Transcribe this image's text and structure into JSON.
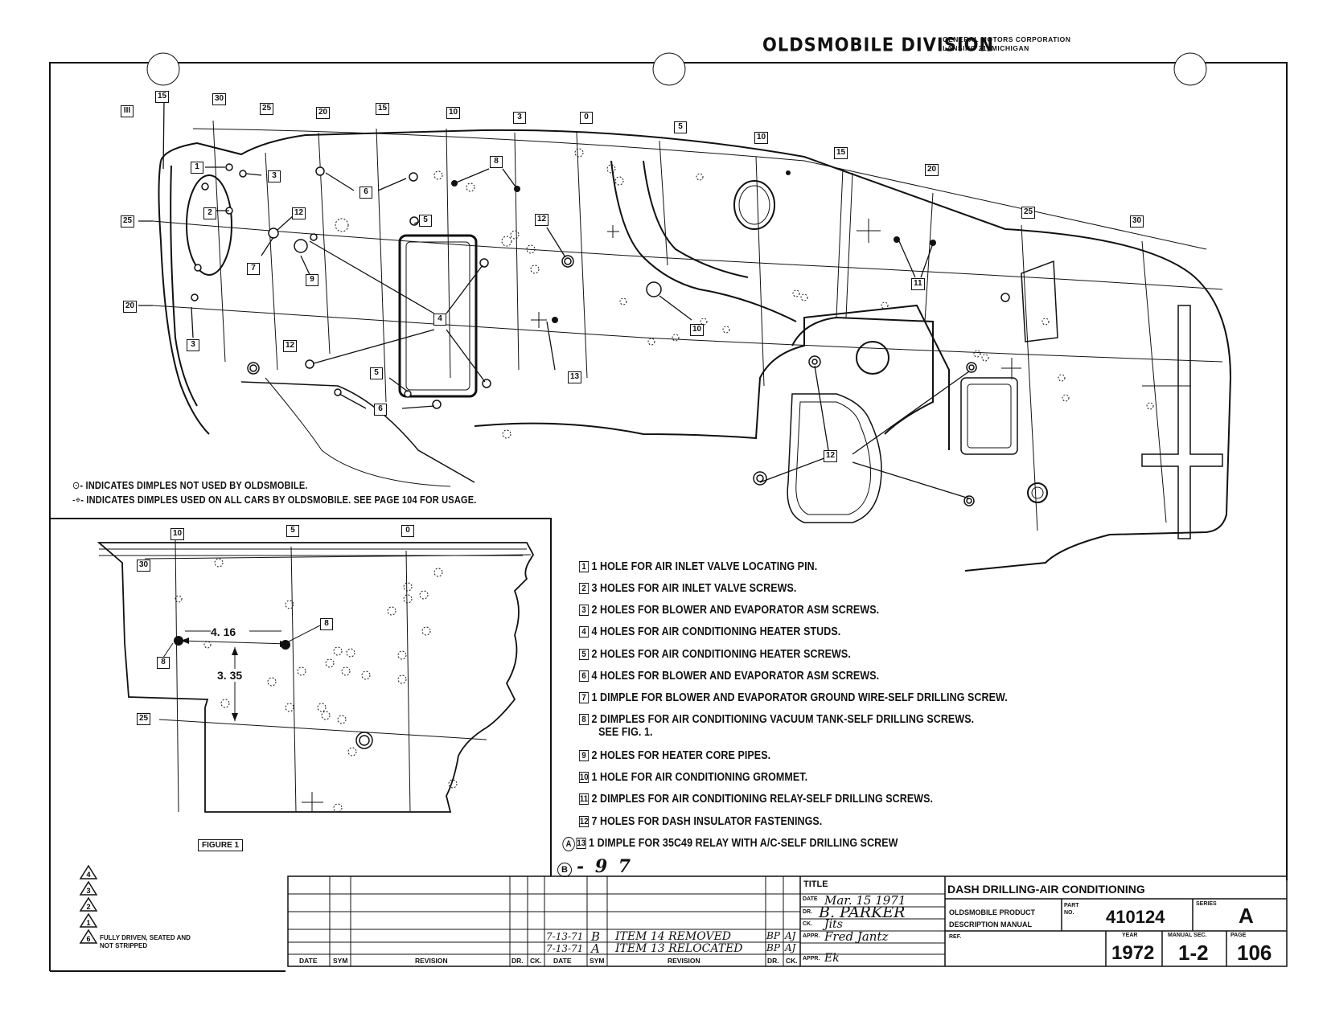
{
  "header": {
    "division": "OLDSMOBILE DIVISION",
    "corp": "GENERAL MOTORS CORPORATION",
    "location": "LANSING 21, MICHIGAN"
  },
  "main_callouts": [
    "III",
    "15",
    "30",
    "25",
    "20",
    "15",
    "10",
    "3",
    "0",
    "5",
    "10",
    "15",
    "20",
    "25",
    "30",
    "1",
    "3",
    "2",
    "6",
    "8",
    "12",
    "5",
    "12",
    "7",
    "9",
    "4",
    "12",
    "5",
    "6",
    "10",
    "13",
    "11",
    "12",
    "25",
    "20",
    "3"
  ],
  "legend": {
    "not_used": "- INDICATES DIMPLES NOT USED BY OLDSMOBILE.",
    "used": "- INDICATES DIMPLES USED ON ALL CARS BY OLDSMOBILE.  SEE PAGE 104 FOR USAGE."
  },
  "figure1": {
    "label": "FIGURE 1",
    "callouts": [
      "10",
      "5",
      "0",
      "30",
      "25",
      "8",
      "8"
    ],
    "dim_h": "4. 16",
    "dim_v": "3. 35"
  },
  "items": [
    {
      "n": "1",
      "text": "1 HOLE FOR AIR INLET VALVE LOCATING PIN."
    },
    {
      "n": "2",
      "text": "3 HOLES FOR AIR INLET VALVE SCREWS."
    },
    {
      "n": "3",
      "text": "2 HOLES FOR BLOWER AND EVAPORATOR ASM SCREWS."
    },
    {
      "n": "4",
      "text": "4 HOLES FOR AIR CONDITIONING HEATER STUDS."
    },
    {
      "n": "5",
      "text": "2 HOLES FOR AIR CONDITIONING HEATER SCREWS."
    },
    {
      "n": "6",
      "text": "4 HOLES FOR BLOWER AND EVAPORATOR ASM SCREWS."
    },
    {
      "n": "7",
      "text": "1 DIMPLE FOR BLOWER AND EVAPORATOR GROUND WIRE-SELF DRILLING SCREW."
    },
    {
      "n": "8",
      "text": "2 DIMPLES FOR AIR CONDITIONING VACUUM TANK-SELF DRILLING SCREWS.",
      "sub": "SEE FIG. 1."
    },
    {
      "n": "9",
      "text": "2 HOLES FOR HEATER CORE PIPES."
    },
    {
      "n": "10",
      "text": "1 HOLE FOR AIR CONDITIONING GROMMET."
    },
    {
      "n": "11",
      "text": "2 DIMPLES FOR AIR CONDITIONING RELAY-SELF DRILLING SCREWS."
    },
    {
      "n": "12",
      "text": "7 HOLES FOR DASH INSULATOR FASTENINGS."
    },
    {
      "n": "13",
      "text": "1 DIMPLE FOR 35C49 RELAY WITH A/C-SELF DRILLING SCREW",
      "mark": "A"
    }
  ],
  "item_b": {
    "mark": "B",
    "text": "-     9 7"
  },
  "notes": {
    "fully_driven": "FULLY DRIVEN, SEATED AND NOT STRIPPED",
    "triangles": [
      "4",
      "3",
      "2",
      "1",
      "6"
    ]
  },
  "revisions": [
    {
      "date": "7-13-71",
      "sym": "B",
      "revision": "ITEM 14 REMOVED",
      "dr": "BP",
      "ck": "AJ"
    },
    {
      "date": "7-13-71",
      "sym": "A",
      "revision": "ITEM 13 RELOCATED",
      "dr": "BP",
      "ck": "AJ"
    }
  ],
  "rev_headers": [
    "DATE",
    "SYM",
    "REVISION",
    "DR.",
    "CK.",
    "DATE",
    "SYM",
    "REVISION",
    "DR.",
    "CK."
  ],
  "title_block": {
    "title_label": "TITLE",
    "title": "DASH DRILLING-AIR CONDITIONING",
    "date_label": "DATE",
    "date_value": "Mar. 15 1971",
    "dr_label": "DR.",
    "dr_value": "B. PARKER",
    "ck_label": "CK.",
    "ck_value": "Jits",
    "appr_label": "APPR.",
    "appr_value": "Fred Jantz",
    "appr2_label": "APPR.",
    "appr2_value": "Ek",
    "manual": "OLDSMOBILE PRODUCT DESCRIPTION MANUAL",
    "part_label": "PART NO.",
    "part_no": "410124",
    "series_label": "SERIES",
    "series": "A",
    "ref_label": "REF.",
    "year_label": "YEAR",
    "year": "1972",
    "manual_sec_label": "MANUAL SEC.",
    "manual_sec": "1-2",
    "page_label": "PAGE",
    "page": "106"
  }
}
